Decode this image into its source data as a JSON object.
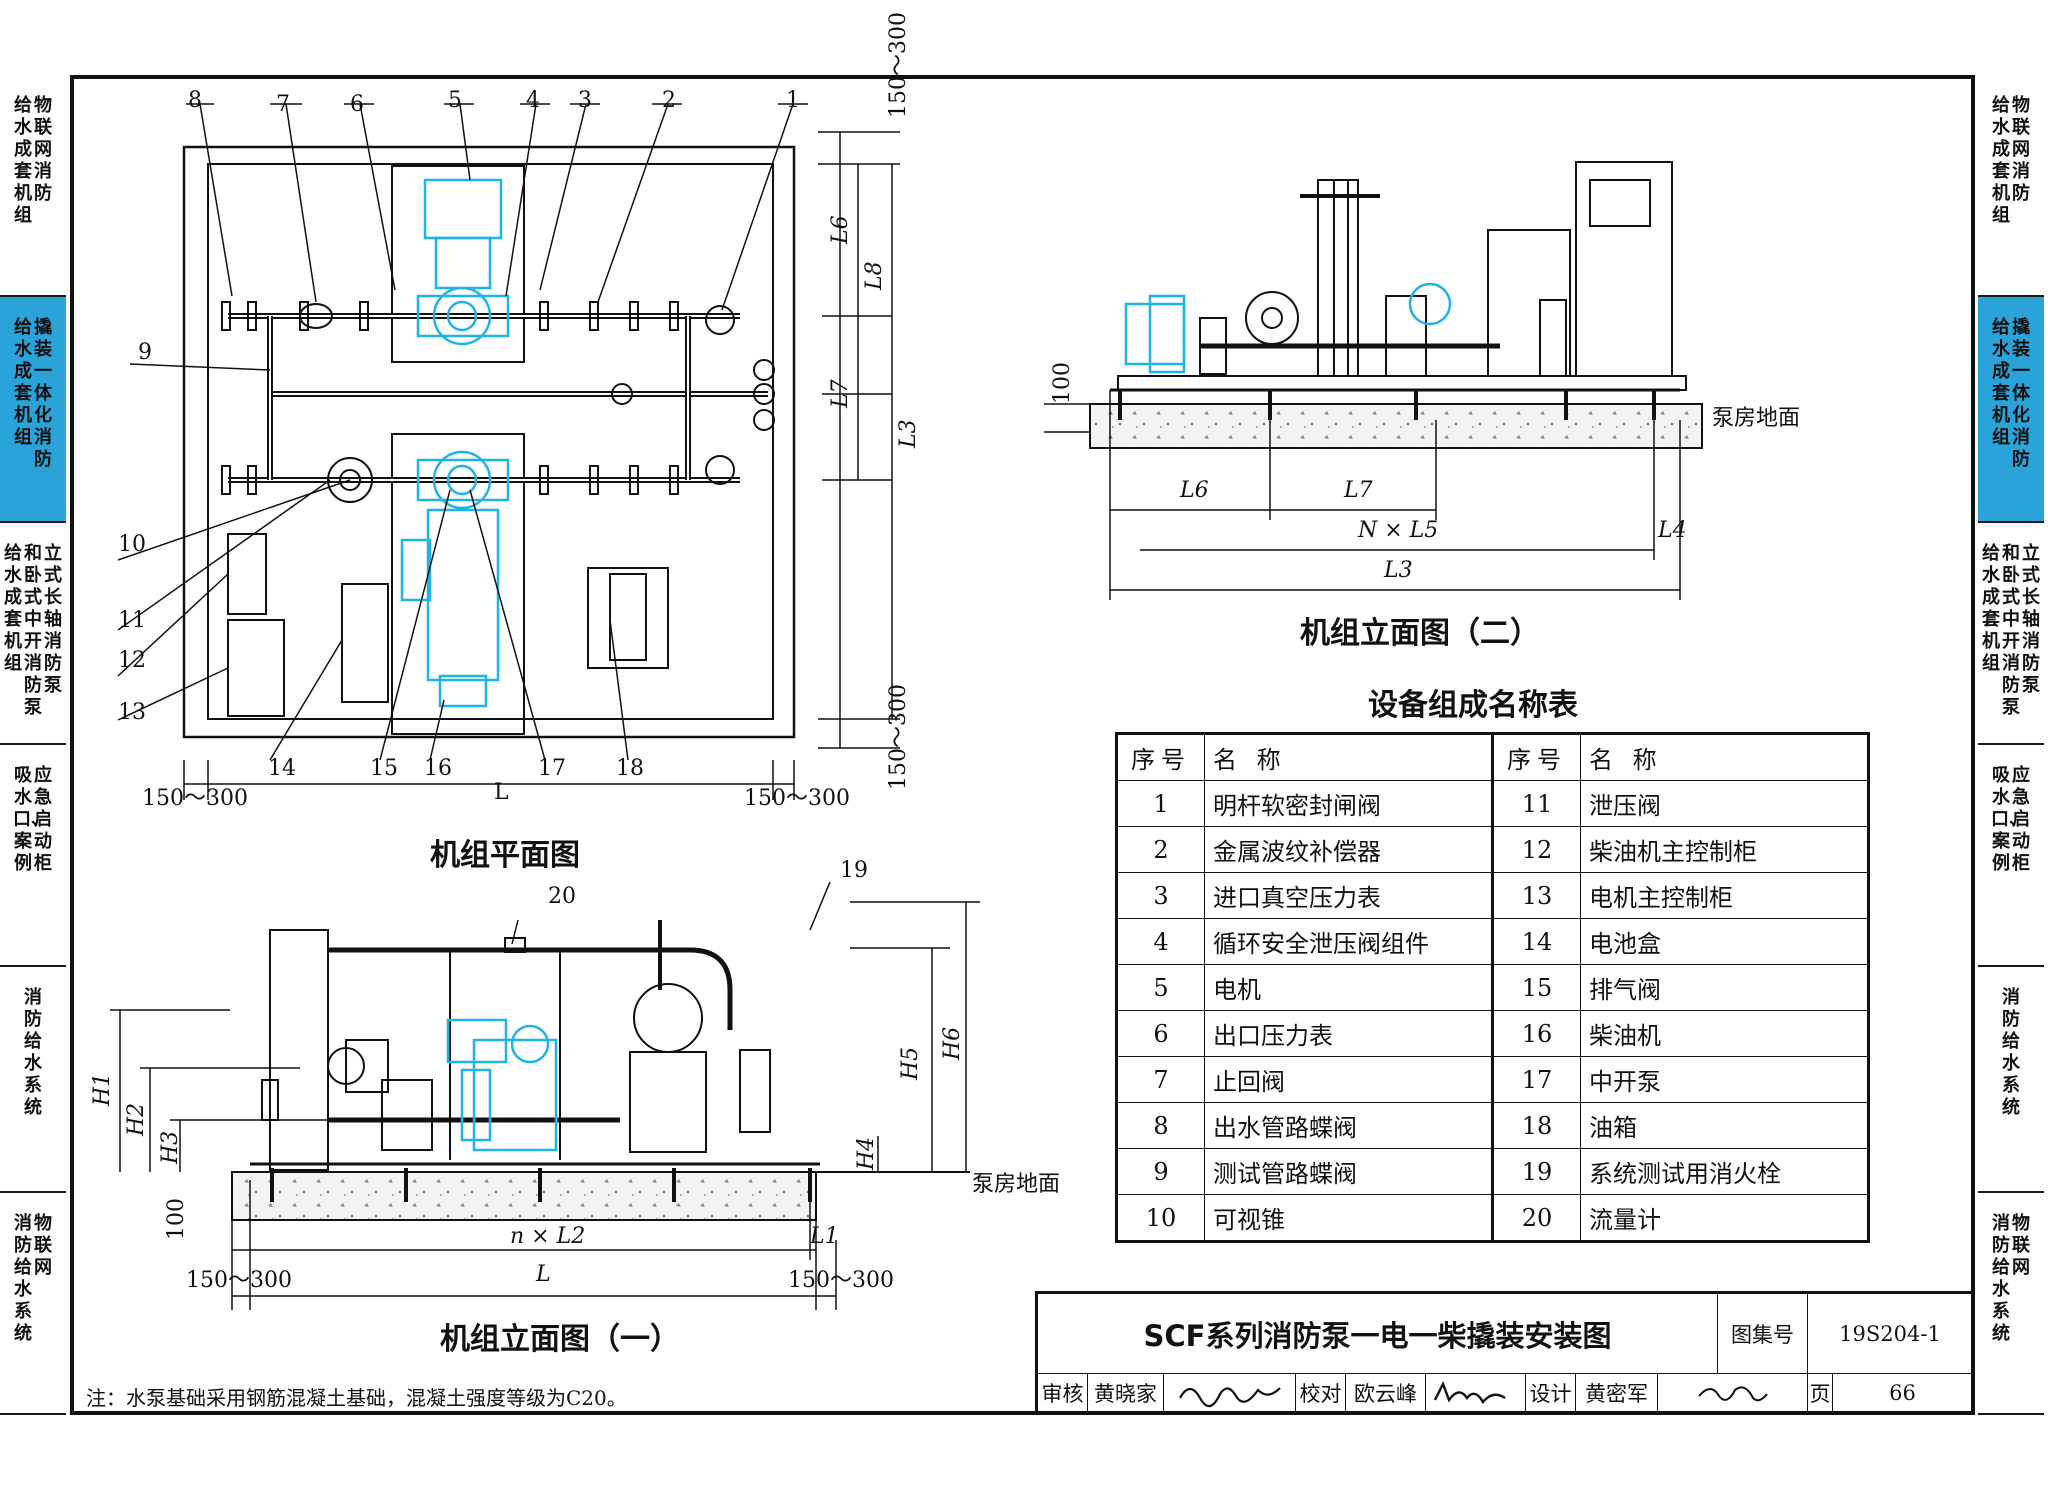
{
  "side_tabs": {
    "left": [
      {
        "lines": [
          "给水成套机组",
          "物联网消防"
        ],
        "active": false
      },
      {
        "lines": [
          "给水成套机组",
          "撬装一体化消防"
        ],
        "active": true
      },
      {
        "lines": [
          "给水成套机组",
          "和卧式中开消防泵",
          "立式长轴消防泵"
        ],
        "active": false
      },
      {
        "lines": [
          "吸水口、案例",
          "应急启动柜"
        ],
        "active": false
      },
      {
        "lines": [
          "消防给水系统"
        ],
        "active": false
      },
      {
        "lines": [
          "消防给水系统",
          "物联网"
        ],
        "active": false
      }
    ],
    "right": [
      {
        "lines": [
          "给水成套机组",
          "物联网消防"
        ],
        "active": false
      },
      {
        "lines": [
          "给水成套机组",
          "撬装一体化消防"
        ],
        "active": true
      },
      {
        "lines": [
          "给水成套机组",
          "和卧式中开消防泵",
          "立式长轴消防泵"
        ],
        "active": false
      },
      {
        "lines": [
          "吸水口、案例",
          "应急启动柜"
        ],
        "active": false
      },
      {
        "lines": [
          "消防给水系统"
        ],
        "active": false
      },
      {
        "lines": [
          "消防给水系统",
          "物联网"
        ],
        "active": false
      }
    ]
  },
  "plan_view": {
    "title": "机组平面图",
    "callouts": [
      "8",
      "7",
      "6",
      "5",
      "4",
      "3",
      "2",
      "1",
      "9",
      "10",
      "11",
      "12",
      "13",
      "14",
      "15",
      "16",
      "17",
      "18"
    ],
    "dim_top": "150～300",
    "dim_bottom_left": "150～300",
    "dim_bottom_mid": "L",
    "dim_bottom_right": "150～300",
    "dim_right_top": "150～300",
    "dim_right_bottom": "150～300",
    "dim_L6": "L6",
    "dim_L8": "L8",
    "dim_L7": "L7",
    "dim_L3": "L3"
  },
  "elev1": {
    "title": "机组立面图（一）",
    "callout_20": "20",
    "callout_19": "19",
    "h1": "H1",
    "h2": "H2",
    "h3": "H3",
    "h4": "H4",
    "h5": "H5",
    "h6": "H6",
    "dim_100": "100",
    "floor": "泵房地面",
    "nL2": "n × L2",
    "L1": "L1",
    "L": "L",
    "left_gap": "150～300",
    "right_gap": "150～300"
  },
  "elev2": {
    "title": "机组立面图（二）",
    "dim_100": "100",
    "floor": "泵房地面",
    "L6": "L6",
    "L7": "L7",
    "NL5": "N × L5",
    "L4": "L4",
    "L3": "L3"
  },
  "parts_table": {
    "title": "设备组成名称表",
    "header_no": "序号",
    "header_name": "名 称",
    "rows_left": [
      {
        "no": "1",
        "name": "明杆软密封闸阀"
      },
      {
        "no": "2",
        "name": "金属波纹补偿器"
      },
      {
        "no": "3",
        "name": "进口真空压力表"
      },
      {
        "no": "4",
        "name": "循环安全泄压阀组件"
      },
      {
        "no": "5",
        "name": "电机"
      },
      {
        "no": "6",
        "name": "出口压力表"
      },
      {
        "no": "7",
        "name": "止回阀"
      },
      {
        "no": "8",
        "name": "出水管路蝶阀"
      },
      {
        "no": "9",
        "name": "测试管路蝶阀"
      },
      {
        "no": "10",
        "name": "可视锥"
      }
    ],
    "rows_right": [
      {
        "no": "11",
        "name": "泄压阀"
      },
      {
        "no": "12",
        "name": "柴油机主控制柜"
      },
      {
        "no": "13",
        "name": "电机主控制柜"
      },
      {
        "no": "14",
        "name": "电池盒"
      },
      {
        "no": "15",
        "name": "排气阀"
      },
      {
        "no": "16",
        "name": "柴油机"
      },
      {
        "no": "17",
        "name": "中开泵"
      },
      {
        "no": "18",
        "name": "油箱"
      },
      {
        "no": "19",
        "name": "系统测试用消火栓"
      },
      {
        "no": "20",
        "name": "流量计"
      }
    ]
  },
  "title_block": {
    "drawing_title": "SCF系列消防泵一电一柴撬装安装图",
    "atlas_label": "图集号",
    "atlas_no": "19S204-1",
    "review_label": "审核",
    "reviewer": "黄晓家",
    "check_label": "校对",
    "checker": "欧云峰",
    "design_label": "设计",
    "designer": "黄密军",
    "page_label": "页",
    "page_no": "66"
  },
  "note": "注：水泵基础采用钢筋混凝土基础，混凝土强度等级为C20。",
  "colors": {
    "equipment": "#1fb4e6",
    "active_tab": "#2aa3d9",
    "line": "#111111"
  }
}
